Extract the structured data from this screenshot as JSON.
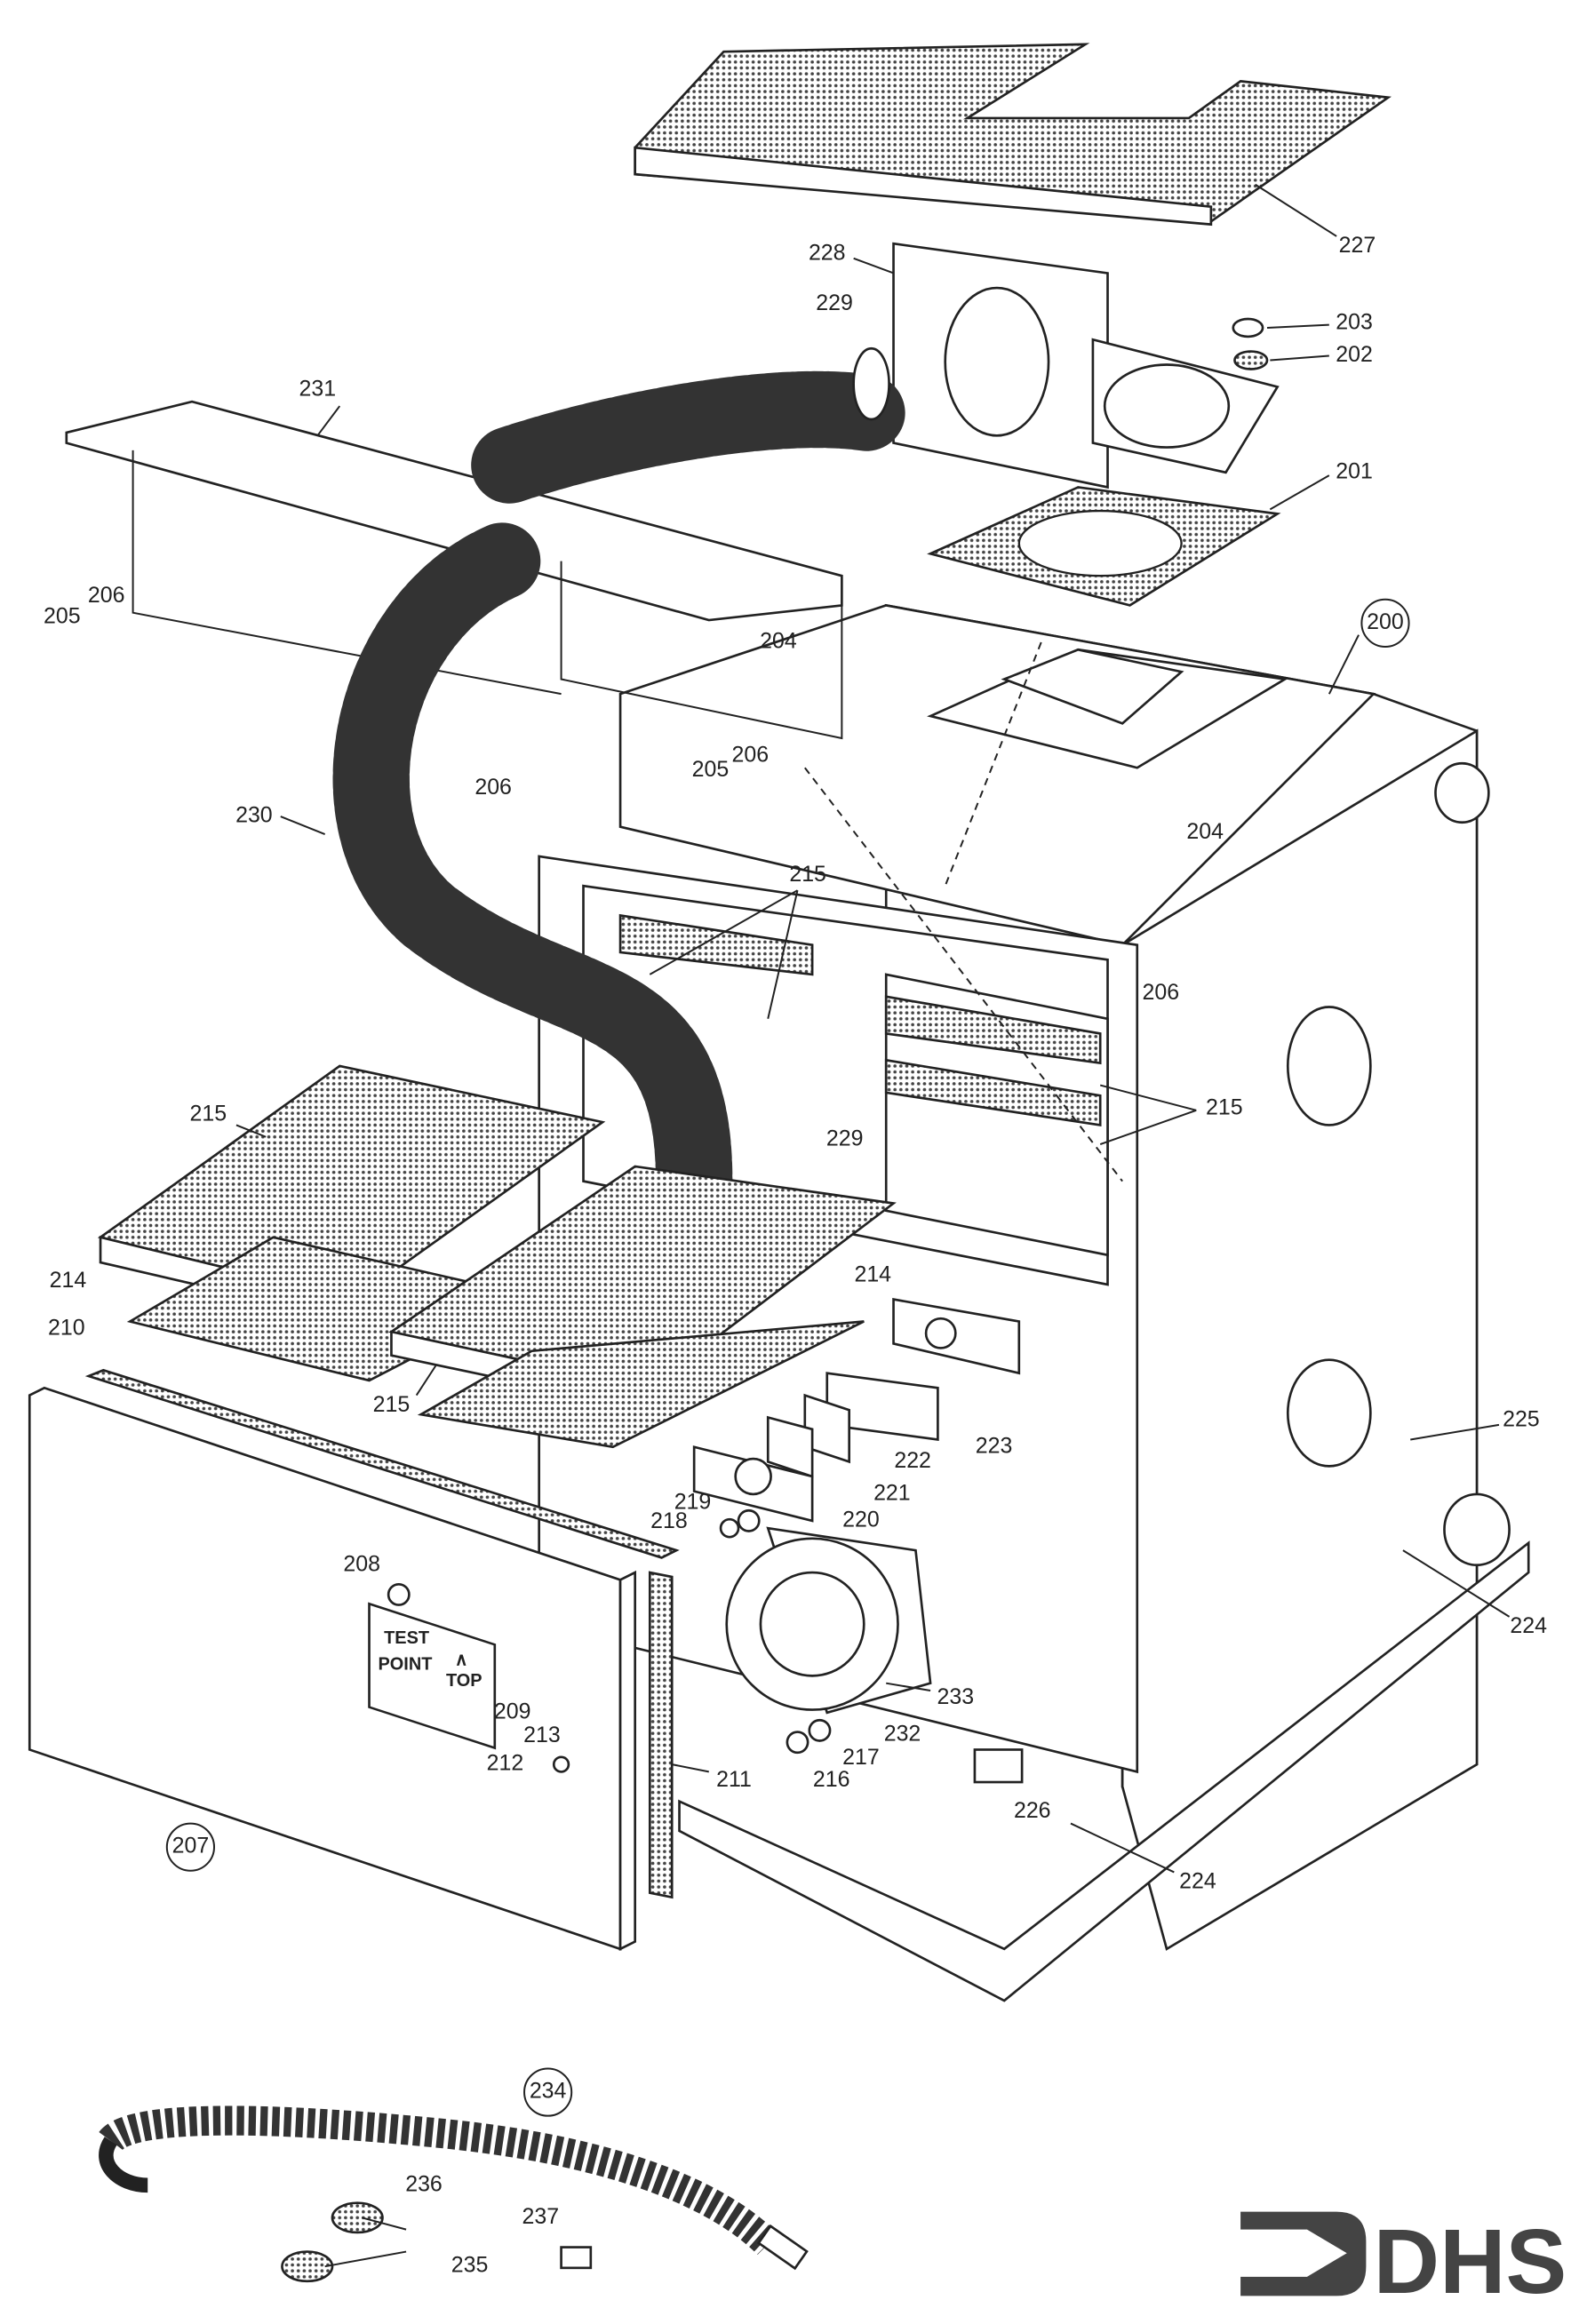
{
  "callouts": {
    "c227": "227",
    "c228": "228",
    "c229a": "229",
    "c203": "203",
    "c202": "202",
    "c231": "231",
    "c201": "201",
    "c200": "200",
    "c205a": "205",
    "c206a": "206",
    "c204a": "204",
    "c206b": "206",
    "c205b": "205",
    "c206c": "206",
    "c204b": "204",
    "c230": "230",
    "c215a": "215",
    "c206d": "206",
    "c215b": "215",
    "c215c": "215",
    "c229b": "229",
    "c214a": "214",
    "c214b": "214",
    "c210": "210",
    "c215d": "215",
    "c223": "223",
    "c222": "222",
    "c221": "221",
    "c225": "225",
    "c219": "219",
    "c220": "220",
    "c218": "218",
    "c208": "208",
    "c224a": "224",
    "c209": "209",
    "c233": "233",
    "c232": "232",
    "c217": "217",
    "c213": "213",
    "c212": "212",
    "c211": "211",
    "c216": "216",
    "c226": "226",
    "c207": "207",
    "c224b": "224",
    "c234": "234",
    "c236": "236",
    "c237": "237",
    "c235": "235"
  },
  "panel_label": {
    "line1": "TEST",
    "line2": "POINT",
    "arrow": "∧",
    "top": "TOP"
  },
  "logo": {
    "text": "DHS"
  }
}
